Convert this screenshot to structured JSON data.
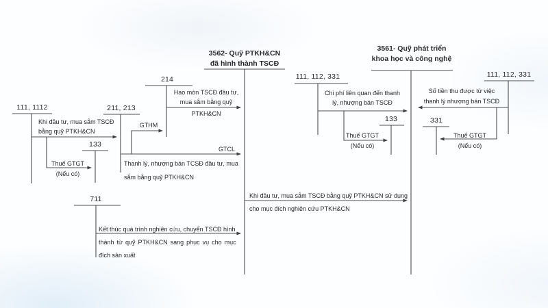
{
  "diagram": {
    "accounts": {
      "a111_1112": "111, 1112",
      "a133_left": "133",
      "a211_213": "211, 213",
      "a214": "214",
      "a711": "711",
      "a111_112_331_mid": "111, 112, 331",
      "a133_right": "133",
      "a331": "331",
      "a111_112_331_right": "111, 112, 331",
      "t3562": [
        "3562- Quỹ PTKH&CN",
        "đã hình thành TSCĐ"
      ],
      "t3561": [
        "3561- Quỹ phát triển",
        "khoa học và công nghệ"
      ]
    },
    "flows": {
      "invest": [
        "Khi đầu tư, mua sắm TSCĐ",
        "bằng quỹ PTKH&CN"
      ],
      "vat_left": [
        "Thuế GTGT",
        "(Nếu có)"
      ],
      "gthm": "GTHM",
      "gtcl": "GTCL",
      "haomon": [
        "Hao mòn TSCĐ đầu tư,",
        "mua sắm bằng quỹ",
        "PTKH&CN"
      ],
      "thanhly": [
        "Thanh lý, nhượng bán TCSĐ đầu tư, mua",
        "sắm bằng quỹ PTKH&CN"
      ],
      "ketthuc": [
        "Kết thúc quá trình nghiên cứu, chuyển TSCĐ hình",
        "thành từ quỹ PTKH&CN sang phục vụ cho mục",
        "đích sản xuất"
      ],
      "sudung": [
        "Khi đầu tư, mua sắm TSCĐ bằng quỹ PTKH&CN sử dụng",
        "cho mục đích nghiên cứu PTKH&CN"
      ],
      "chiphi": [
        "Chi phí liên quan đến thanh",
        "lý, nhượng bán TSCĐ"
      ],
      "vat_mid": [
        "Thuế GTGT",
        "(Nếu có)"
      ],
      "sotien": [
        "Số tiền thu được từ việc",
        "thanh lý nhượng bán TSCĐ"
      ],
      "vat_right": [
        "Thuế GTGT",
        "(Nếu có)"
      ]
    },
    "colors": {
      "line": "#4b4d50",
      "text": "#26282c"
    }
  }
}
